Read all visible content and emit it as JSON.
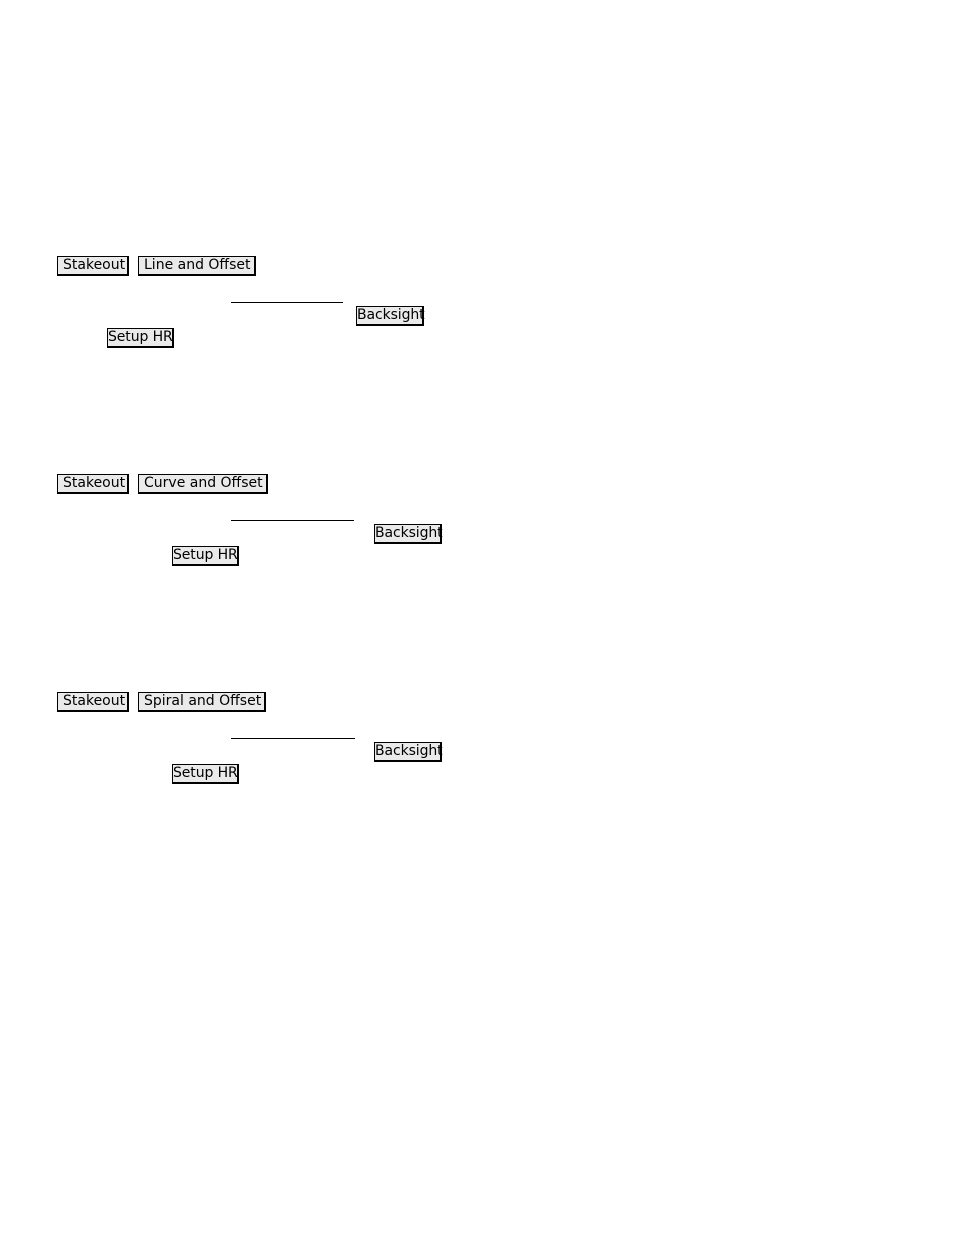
{
  "sections": [
    {
      "stakeout_label": "Stakeout",
      "mode_label": "Line and Offset",
      "backsight_label": "Backsight",
      "setup_hr_label": "Setup HR"
    },
    {
      "stakeout_label": "Stakeout",
      "mode_label": "Curve and Offset",
      "backsight_label": "Backsight",
      "setup_hr_label": "Setup HR"
    },
    {
      "stakeout_label": "Stakeout",
      "mode_label": "Spiral and Offset",
      "backsight_label": "Backsight",
      "setup_hr_label": "Setup HR"
    }
  ]
}
